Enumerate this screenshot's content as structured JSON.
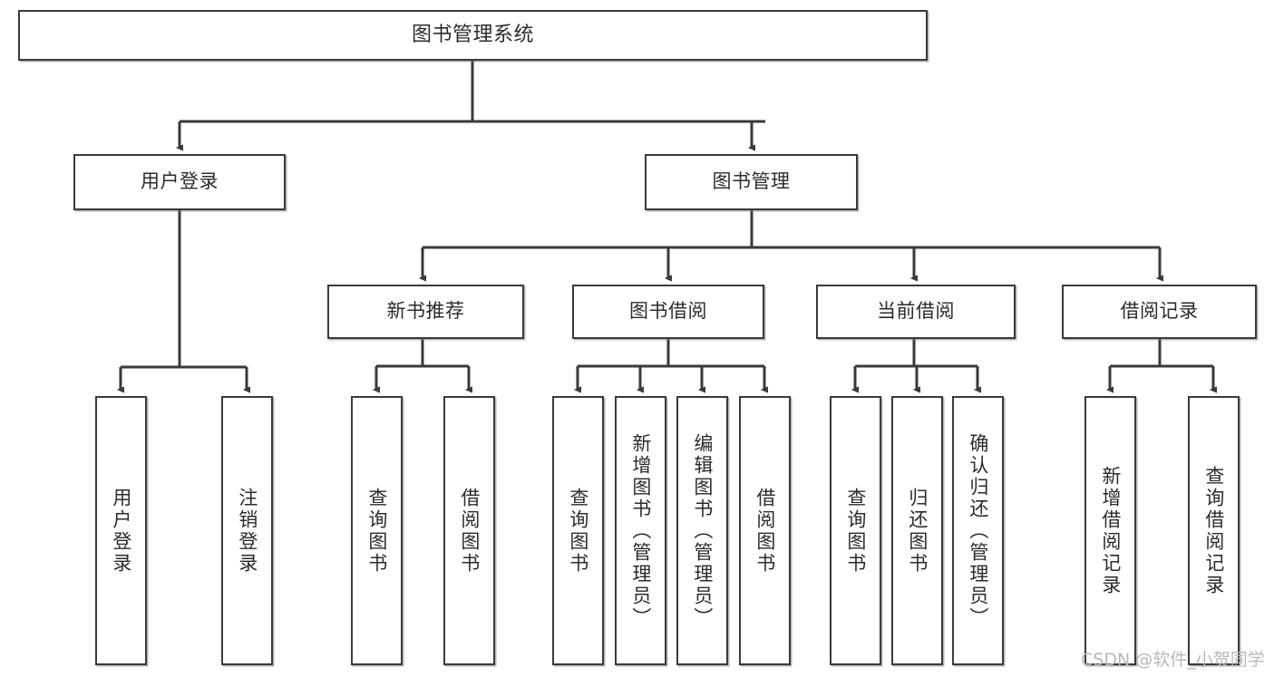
{
  "diagram": {
    "type": "tree",
    "title": "图书管理系统",
    "watermark": "CSDN @软件_小贺同学",
    "colors": {
      "node_border": "#3a3a3a",
      "node_fill": "#ffffff",
      "edge": "#3a3a3a",
      "text": "#2b2b2b",
      "watermark": "#b9b9b9",
      "background": "#ffffff"
    },
    "levels": {
      "root": [
        "图书管理系统"
      ],
      "level2": [
        "用户登录",
        "图书管理"
      ],
      "level3": [
        "新书推荐",
        "图书借阅",
        "当前借阅",
        "借阅记录"
      ],
      "leaves": [
        "用户登录",
        "注销登录",
        "查询图书",
        "借阅图书",
        "查询图书",
        "新增图书（管理员）",
        "编辑图书（管理员）",
        "借阅图书",
        "查询图书",
        "归还图书",
        "确认归还（管理员）",
        "新增借阅记录",
        "查询借阅记录"
      ]
    },
    "nodes": {
      "root": {
        "label": "图书管理系统"
      },
      "user_login": {
        "label": "用户登录"
      },
      "book_manage": {
        "label": "图书管理"
      },
      "new_book_rec": {
        "label": "新书推荐"
      },
      "book_borrow": {
        "label": "图书借阅"
      },
      "current_borrow": {
        "label": "当前借阅"
      },
      "borrow_record": {
        "label": "借阅记录"
      },
      "leaf_user_login": {
        "label": "用户登录"
      },
      "leaf_user_logout": {
        "label": "注销登录"
      },
      "leaf_rec_query": {
        "label": "查询图书"
      },
      "leaf_rec_borrow": {
        "label": "借阅图书"
      },
      "leaf_bb_query": {
        "label": "查询图书"
      },
      "leaf_bb_add": {
        "label": "新增图书（管理员）"
      },
      "leaf_bb_edit": {
        "label": "编辑图书（管理员）"
      },
      "leaf_bb_borrow": {
        "label": "借阅图书"
      },
      "leaf_cb_query": {
        "label": "查询图书"
      },
      "leaf_cb_return": {
        "label": "归还图书"
      },
      "leaf_cb_confirm": {
        "label": "确认归还（管理员）"
      },
      "leaf_br_add": {
        "label": "新增借阅记录"
      },
      "leaf_br_query": {
        "label": "查询借阅记录"
      }
    },
    "edges": [
      {
        "from": "root",
        "to": "user_login"
      },
      {
        "from": "root",
        "to": "book_manage"
      },
      {
        "from": "user_login",
        "to": "leaf_user_login"
      },
      {
        "from": "user_login",
        "to": "leaf_user_logout"
      },
      {
        "from": "book_manage",
        "to": "new_book_rec"
      },
      {
        "from": "book_manage",
        "to": "book_borrow"
      },
      {
        "from": "book_manage",
        "to": "current_borrow"
      },
      {
        "from": "book_manage",
        "to": "borrow_record"
      },
      {
        "from": "new_book_rec",
        "to": "leaf_rec_query"
      },
      {
        "from": "new_book_rec",
        "to": "leaf_rec_borrow"
      },
      {
        "from": "book_borrow",
        "to": "leaf_bb_query"
      },
      {
        "from": "book_borrow",
        "to": "leaf_bb_add"
      },
      {
        "from": "book_borrow",
        "to": "leaf_bb_edit"
      },
      {
        "from": "book_borrow",
        "to": "leaf_bb_borrow"
      },
      {
        "from": "current_borrow",
        "to": "leaf_cb_query"
      },
      {
        "from": "current_borrow",
        "to": "leaf_cb_return"
      },
      {
        "from": "current_borrow",
        "to": "leaf_cb_confirm"
      },
      {
        "from": "borrow_record",
        "to": "leaf_br_add"
      },
      {
        "from": "borrow_record",
        "to": "leaf_br_query"
      }
    ]
  }
}
